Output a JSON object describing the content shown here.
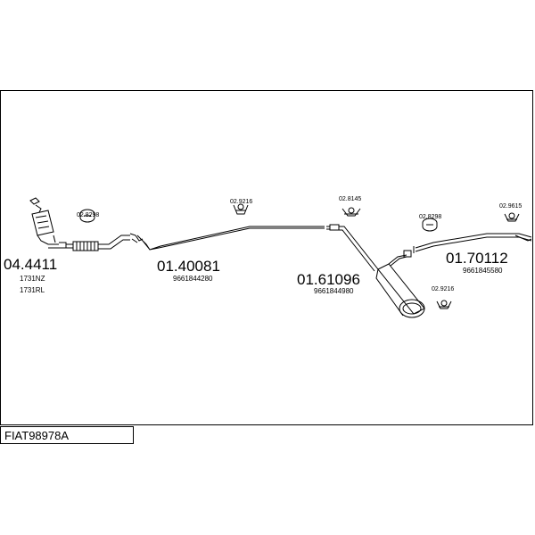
{
  "diagram_id": "FIAT98978A",
  "parts": {
    "catalyst": {
      "code": "04.4411",
      "refs": [
        "1731NZ",
        "1731RL"
      ]
    },
    "front_pipe": {
      "code": "01.40081",
      "ref": "9661844280"
    },
    "middle_silencer": {
      "code": "01.61096",
      "ref": "9661844980"
    },
    "rear_pipe": {
      "code": "01.70112",
      "ref": "9661845580"
    }
  },
  "fittings": {
    "clamp_a": "02.8298",
    "clamp_b": "02.9216",
    "clamp_c": "02.8145",
    "clamp_d": "02.8298",
    "clamp_e": "02.9615",
    "clamp_f": "02.9216"
  },
  "colors": {
    "line": "#000000",
    "background": "#ffffff"
  }
}
